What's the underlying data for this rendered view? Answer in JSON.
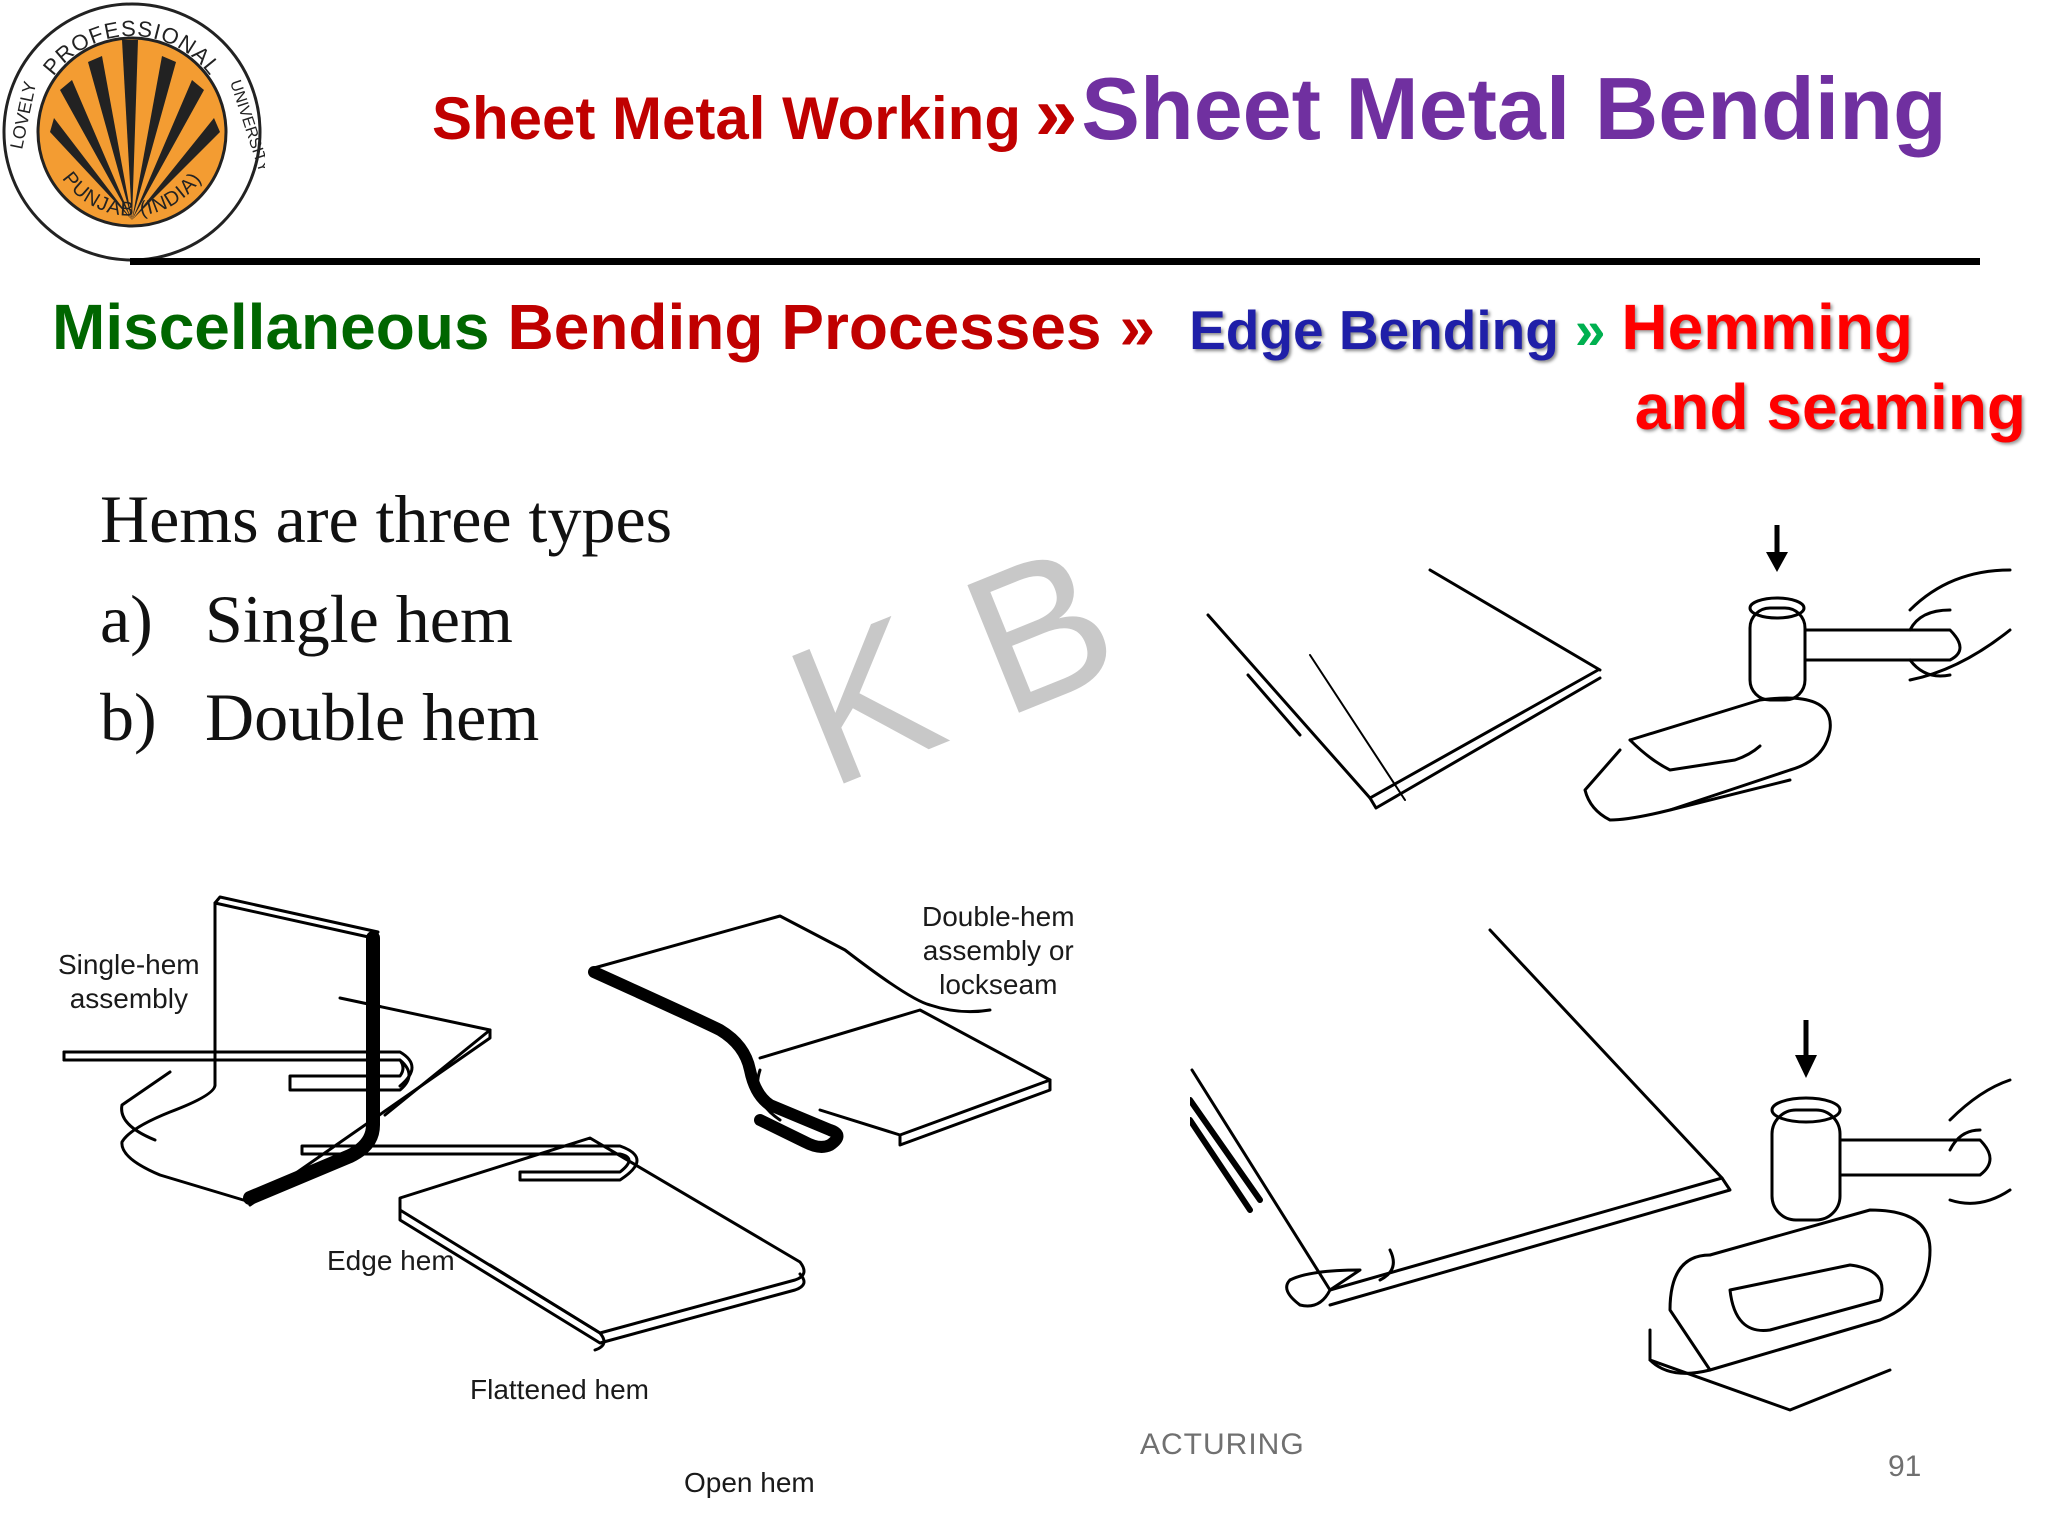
{
  "logo": {
    "ring_text_top": "PROFESSIONAL",
    "ring_text_left": "LOVELY",
    "ring_text_right": "UNIVERSITY",
    "ring_text_bottom": "PUNJAB (INDIA)",
    "accent_color": "#f39c32"
  },
  "header": {
    "section": "Sheet Metal Working",
    "separator": "»",
    "title": "Sheet Metal Bending"
  },
  "breadcrumb": {
    "part1": "Miscellaneous",
    "part2": "Bending Processes",
    "sep1": "»",
    "part3": "Edge Bending",
    "sep2": "»",
    "part4_line1": "Hemming",
    "part4_line2": "and seaming"
  },
  "body": {
    "intro": "Hems are three types",
    "items": [
      {
        "marker": "a)",
        "text": "Single hem"
      },
      {
        "marker": "b)",
        "text": "Double hem"
      }
    ]
  },
  "watermark": "K B",
  "figure_labels": {
    "single_hem_line1": "Single-hem",
    "single_hem_line2": "assembly",
    "double_hem_line1": "Double-hem",
    "double_hem_line2": "assembly or",
    "double_hem_line3": "lockseam",
    "edge_hem": "Edge hem",
    "flattened_hem": "Flattened hem",
    "open_hem": "Open hem"
  },
  "footer": {
    "course_fragment": "ACTURING",
    "page_number": "91"
  }
}
